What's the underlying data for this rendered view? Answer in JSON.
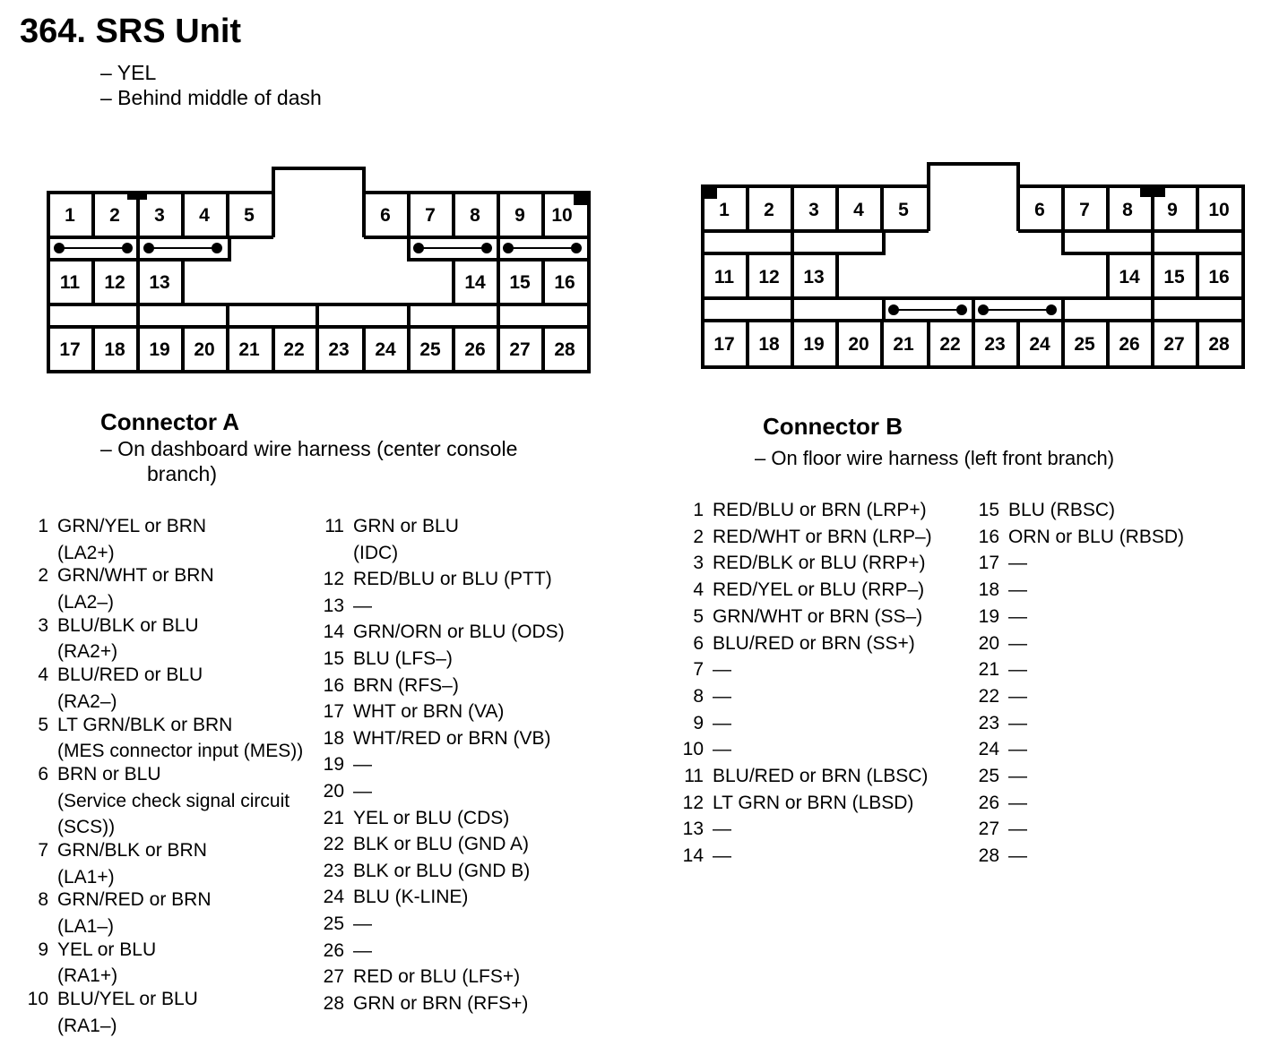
{
  "title": "364. SRS Unit",
  "subtitle_lines": [
    "– YEL",
    "– Behind middle of dash"
  ],
  "connector_a": {
    "title": "Connector A",
    "desc_line1": "– On dashboard wire harness (center console",
    "desc_line2": "branch)",
    "pins_top": [
      "1",
      "2",
      "3",
      "4",
      "5",
      "6",
      "7",
      "8",
      "9",
      "10"
    ],
    "pins_mid": [
      "11",
      "12",
      "13",
      "14",
      "15",
      "16"
    ],
    "pins_bottom": [
      "17",
      "18",
      "19",
      "20",
      "21",
      "22",
      "23",
      "24",
      "25",
      "26",
      "27",
      "28"
    ],
    "list_col1": [
      {
        "num": "1",
        "lines": [
          "GRN/YEL or BRN",
          "(LA2+)"
        ]
      },
      {
        "num": "2",
        "lines": [
          "GRN/WHT or BRN",
          "(LA2–)"
        ]
      },
      {
        "num": "3",
        "lines": [
          "BLU/BLK or BLU",
          "(RA2+)"
        ]
      },
      {
        "num": "4",
        "lines": [
          "BLU/RED or BLU",
          "(RA2–)"
        ]
      },
      {
        "num": "5",
        "lines": [
          "LT GRN/BLK or BRN",
          "(MES connector input (MES))"
        ]
      },
      {
        "num": "6",
        "lines": [
          "BRN or BLU",
          "(Service check signal circuit",
          "(SCS))"
        ]
      },
      {
        "num": "7",
        "lines": [
          "GRN/BLK or BRN",
          "(LA1+)"
        ]
      },
      {
        "num": "8",
        "lines": [
          "GRN/RED or BRN",
          "(LA1–)"
        ]
      },
      {
        "num": "9",
        "lines": [
          "YEL or BLU",
          "(RA1+)"
        ]
      },
      {
        "num": "10",
        "lines": [
          "BLU/YEL or BLU",
          "(RA1–)"
        ]
      }
    ],
    "list_col2": [
      {
        "num": "11",
        "lines": [
          "GRN or BLU",
          "(IDC)"
        ]
      },
      {
        "num": "12",
        "lines": [
          "RED/BLU or BLU (PTT)"
        ]
      },
      {
        "num": "13",
        "lines": [
          "—"
        ]
      },
      {
        "num": "14",
        "lines": [
          "GRN/ORN or BLU (ODS)"
        ]
      },
      {
        "num": "15",
        "lines": [
          "BLU (LFS–)"
        ]
      },
      {
        "num": "16",
        "lines": [
          "BRN (RFS–)"
        ]
      },
      {
        "num": "17",
        "lines": [
          "WHT or BRN (VA)"
        ]
      },
      {
        "num": "18",
        "lines": [
          "WHT/RED or BRN (VB)"
        ]
      },
      {
        "num": "19",
        "lines": [
          "—"
        ]
      },
      {
        "num": "20",
        "lines": [
          "—"
        ]
      },
      {
        "num": "21",
        "lines": [
          "YEL or BLU (CDS)"
        ]
      },
      {
        "num": "22",
        "lines": [
          "BLK or BLU (GND A)"
        ]
      },
      {
        "num": "23",
        "lines": [
          "BLK or BLU (GND B)"
        ]
      },
      {
        "num": "24",
        "lines": [
          "BLU (K-LINE)"
        ]
      },
      {
        "num": "25",
        "lines": [
          "—"
        ]
      },
      {
        "num": "26",
        "lines": [
          "—"
        ]
      },
      {
        "num": "27",
        "lines": [
          "RED or BLU (LFS+)"
        ]
      },
      {
        "num": "28",
        "lines": [
          "GRN or BRN (RFS+)"
        ]
      }
    ]
  },
  "connector_b": {
    "title": "Connector B",
    "desc_line1": "– On floor wire harness (left front branch)",
    "pins_top": [
      "1",
      "2",
      "3",
      "4",
      "5",
      "6",
      "7",
      "8",
      "9",
      "10"
    ],
    "pins_mid": [
      "11",
      "12",
      "13",
      "14",
      "15",
      "16"
    ],
    "pins_bottom": [
      "17",
      "18",
      "19",
      "20",
      "21",
      "22",
      "23",
      "24",
      "25",
      "26",
      "27",
      "28"
    ],
    "list_col1": [
      {
        "num": "1",
        "lines": [
          "RED/BLU or BRN (LRP+)"
        ]
      },
      {
        "num": "2",
        "lines": [
          "RED/WHT or BRN (LRP–)"
        ]
      },
      {
        "num": "3",
        "lines": [
          "RED/BLK or BLU (RRP+)"
        ]
      },
      {
        "num": "4",
        "lines": [
          "RED/YEL or BLU (RRP–)"
        ]
      },
      {
        "num": "5",
        "lines": [
          "GRN/WHT or BRN (SS–)"
        ]
      },
      {
        "num": "6",
        "lines": [
          "BLU/RED or BRN (SS+)"
        ]
      },
      {
        "num": "7",
        "lines": [
          "—"
        ]
      },
      {
        "num": "8",
        "lines": [
          "—"
        ]
      },
      {
        "num": "9",
        "lines": [
          "—"
        ]
      },
      {
        "num": "10",
        "lines": [
          "—"
        ]
      },
      {
        "num": "11",
        "lines": [
          "BLU/RED or BRN (LBSC)"
        ]
      },
      {
        "num": "12",
        "lines": [
          "LT GRN or BRN (LBSD)"
        ]
      },
      {
        "num": "13",
        "lines": [
          "—"
        ]
      },
      {
        "num": "14",
        "lines": [
          "—"
        ]
      }
    ],
    "list_col2": [
      {
        "num": "15",
        "lines": [
          "BLU (RBSC)"
        ]
      },
      {
        "num": "16",
        "lines": [
          "ORN or BLU (RBSD)"
        ]
      },
      {
        "num": "17",
        "lines": [
          "—"
        ]
      },
      {
        "num": "18",
        "lines": [
          "—"
        ]
      },
      {
        "num": "19",
        "lines": [
          "—"
        ]
      },
      {
        "num": "20",
        "lines": [
          "—"
        ]
      },
      {
        "num": "21",
        "lines": [
          "—"
        ]
      },
      {
        "num": "22",
        "lines": [
          "—"
        ]
      },
      {
        "num": "23",
        "lines": [
          "—"
        ]
      },
      {
        "num": "24",
        "lines": [
          "—"
        ]
      },
      {
        "num": "25",
        "lines": [
          "—"
        ]
      },
      {
        "num": "26",
        "lines": [
          "—"
        ]
      },
      {
        "num": "27",
        "lines": [
          "—"
        ]
      },
      {
        "num": "28",
        "lines": [
          "—"
        ]
      }
    ]
  }
}
